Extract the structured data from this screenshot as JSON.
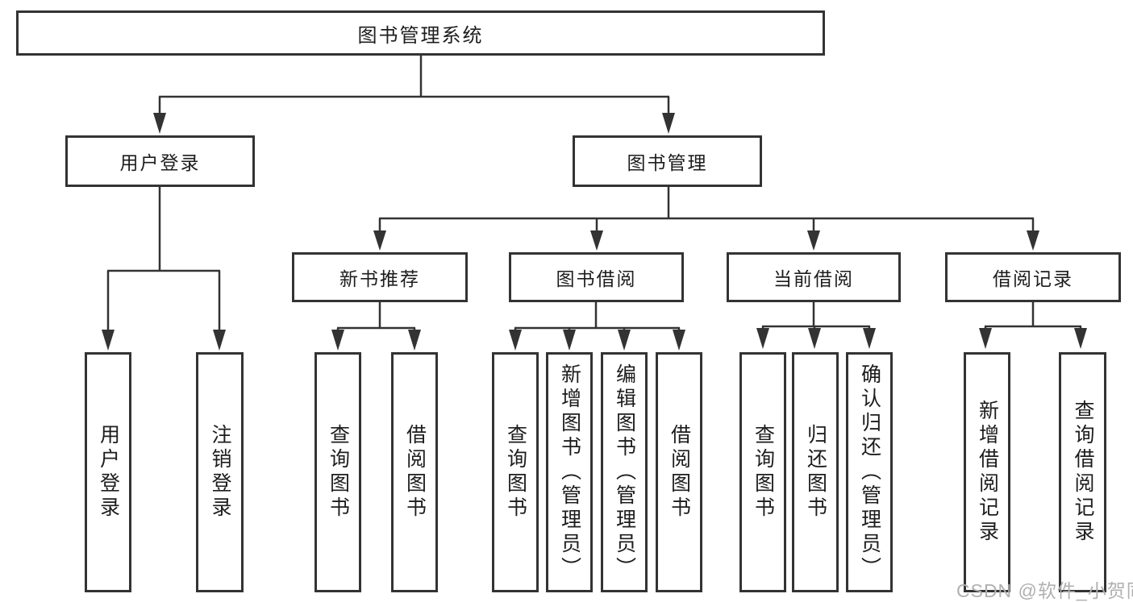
{
  "watermark": "CSDN @软件_小贺同学",
  "colors": {
    "line": "#333333",
    "box_border": "#333333",
    "text": "#1d1d1d",
    "background": "#ffffff",
    "watermark": "#b0b0b0"
  },
  "tree": {
    "label": "图书管理系统",
    "children": [
      {
        "label": "用户登录",
        "children": [
          {
            "label": "用户登录"
          },
          {
            "label": "注销登录"
          }
        ]
      },
      {
        "label": "图书管理",
        "children": [
          {
            "label": "新书推荐",
            "children": [
              {
                "label": "查询图书"
              },
              {
                "label": "借阅图书"
              }
            ]
          },
          {
            "label": "图书借阅",
            "children": [
              {
                "label": "查询图书"
              },
              {
                "label": "新增图书（管理员）"
              },
              {
                "label": "编辑图书（管理员）"
              },
              {
                "label": "借阅图书"
              }
            ]
          },
          {
            "label": "当前借阅",
            "children": [
              {
                "label": "查询图书"
              },
              {
                "label": "归还图书"
              },
              {
                "label": "确认归还（管理员）"
              }
            ]
          },
          {
            "label": "借阅记录",
            "children": [
              {
                "label": "新增借阅记录"
              },
              {
                "label": "查询借阅记录"
              }
            ]
          }
        ]
      }
    ]
  }
}
